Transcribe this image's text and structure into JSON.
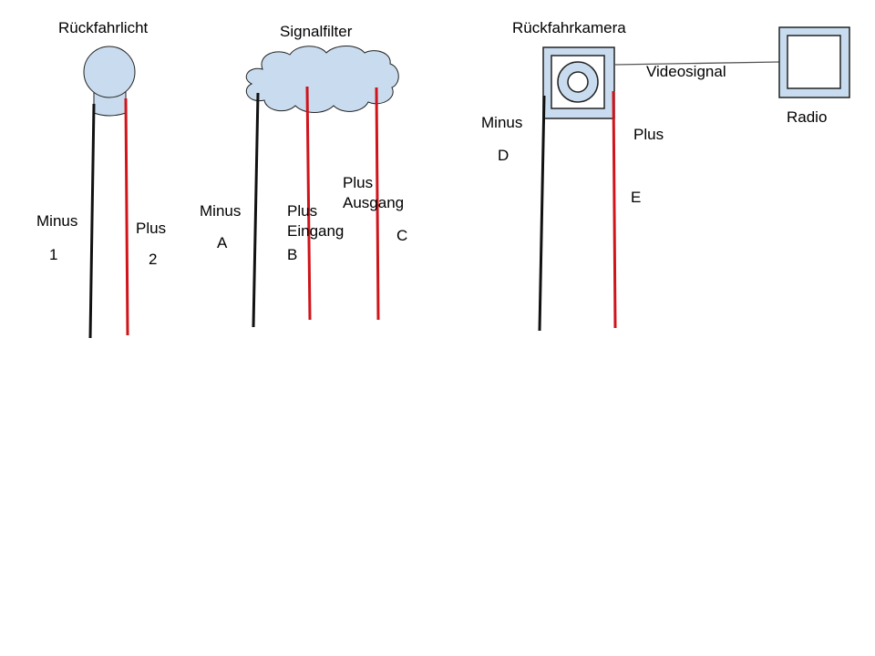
{
  "colors": {
    "shape_fill": "#c9dcef",
    "positive_wire": "#d0141a",
    "negative_wire": "#111111",
    "outline": "#222222",
    "text": "#000000"
  },
  "components": {
    "reverse_light": {
      "title": "Rückfahrlicht",
      "shape": "circle",
      "minus_label": "Minus",
      "minus_id": "1",
      "plus_label": "Plus",
      "plus_id": "2"
    },
    "signal_filter": {
      "title": "Signalfilter",
      "shape": "cloud",
      "minus_label": "Minus",
      "minus_id": "A",
      "plus_in_label_line1": "Plus",
      "plus_in_label_line2": "Eingang",
      "plus_in_id": "B",
      "plus_out_label_line1": "Plus",
      "plus_out_label_line2": "Ausgang",
      "plus_out_id": "C"
    },
    "reverse_camera": {
      "title": "Rückfahrkamera",
      "shape": "camera-box",
      "minus_label": "Minus",
      "minus_id": "D",
      "plus_label": "Plus",
      "plus_id": "E"
    },
    "radio": {
      "title": "Radio",
      "shape": "square"
    },
    "video_link": {
      "label": "Videosignal"
    }
  }
}
